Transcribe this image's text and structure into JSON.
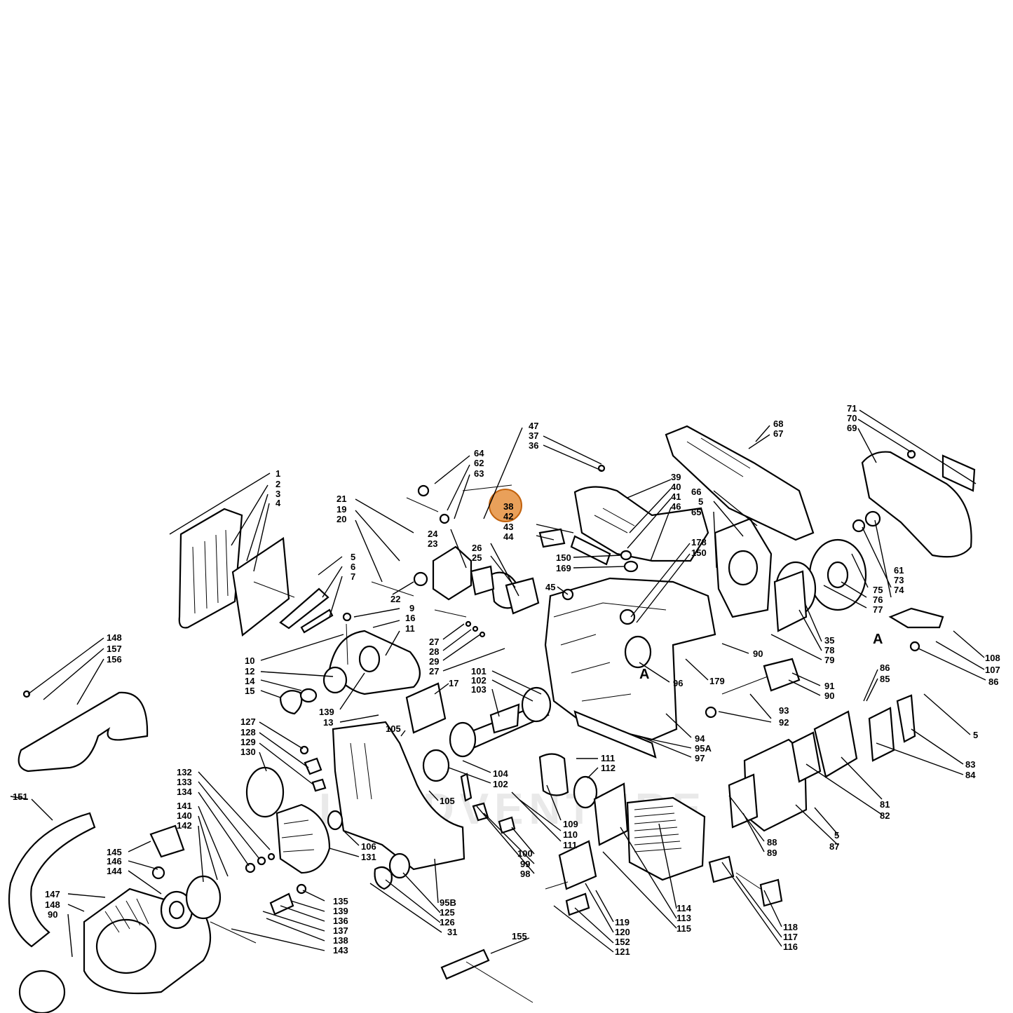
{
  "diagram": {
    "highlight": {
      "labels": [
        "38",
        "42"
      ],
      "color": "#e07b1a"
    },
    "section_marker": "A",
    "watermark": "LEADVENTURE",
    "callouts": [
      {
        "id": "c1",
        "text": "1"
      },
      {
        "id": "c2",
        "text": "2"
      },
      {
        "id": "c3",
        "text": "3"
      },
      {
        "id": "c4",
        "text": "4"
      },
      {
        "id": "c5a",
        "text": "5"
      },
      {
        "id": "c6",
        "text": "6"
      },
      {
        "id": "c7",
        "text": "7"
      },
      {
        "id": "c9",
        "text": "9"
      },
      {
        "id": "c10",
        "text": "10"
      },
      {
        "id": "c11",
        "text": "11"
      },
      {
        "id": "c12",
        "text": "12"
      },
      {
        "id": "c13",
        "text": "13"
      },
      {
        "id": "c14",
        "text": "14"
      },
      {
        "id": "c15",
        "text": "15"
      },
      {
        "id": "c16",
        "text": "16"
      },
      {
        "id": "c17",
        "text": "17"
      },
      {
        "id": "c19",
        "text": "19"
      },
      {
        "id": "c20",
        "text": "20"
      },
      {
        "id": "c21",
        "text": "21"
      },
      {
        "id": "c22",
        "text": "22"
      },
      {
        "id": "c23",
        "text": "23"
      },
      {
        "id": "c24",
        "text": "24"
      },
      {
        "id": "c25",
        "text": "25"
      },
      {
        "id": "c26",
        "text": "26"
      },
      {
        "id": "c27a",
        "text": "27"
      },
      {
        "id": "c27b",
        "text": "27"
      },
      {
        "id": "c28",
        "text": "28"
      },
      {
        "id": "c29",
        "text": "29"
      },
      {
        "id": "c36",
        "text": "36"
      },
      {
        "id": "c37",
        "text": "37"
      },
      {
        "id": "c47",
        "text": "47"
      },
      {
        "id": "c38",
        "text": "38"
      },
      {
        "id": "c42",
        "text": "42"
      },
      {
        "id": "c43",
        "text": "43"
      },
      {
        "id": "c44",
        "text": "44"
      },
      {
        "id": "c45",
        "text": "45"
      },
      {
        "id": "c39",
        "text": "39"
      },
      {
        "id": "c40",
        "text": "40"
      },
      {
        "id": "c41",
        "text": "41"
      },
      {
        "id": "c46",
        "text": "46"
      },
      {
        "id": "c150a",
        "text": "150"
      },
      {
        "id": "c169",
        "text": "169"
      },
      {
        "id": "c178",
        "text": "178"
      },
      {
        "id": "c150b",
        "text": "150"
      },
      {
        "id": "c62",
        "text": "62"
      },
      {
        "id": "c63",
        "text": "63"
      },
      {
        "id": "c64",
        "text": "64"
      },
      {
        "id": "c66",
        "text": "66"
      },
      {
        "id": "c5b",
        "text": "5"
      },
      {
        "id": "c65",
        "text": "65"
      },
      {
        "id": "c68",
        "text": "68"
      },
      {
        "id": "c67",
        "text": "67"
      },
      {
        "id": "c71",
        "text": "71"
      },
      {
        "id": "c70",
        "text": "70"
      },
      {
        "id": "c69",
        "text": "69"
      },
      {
        "id": "c61",
        "text": "61"
      },
      {
        "id": "c73",
        "text": "73"
      },
      {
        "id": "c74",
        "text": "74"
      },
      {
        "id": "c75",
        "text": "75"
      },
      {
        "id": "c76",
        "text": "76"
      },
      {
        "id": "c77",
        "text": "77"
      },
      {
        "id": "c35",
        "text": "35"
      },
      {
        "id": "c78",
        "text": "78"
      },
      {
        "id": "c79",
        "text": "79"
      },
      {
        "id": "c90a",
        "text": "90"
      },
      {
        "id": "c96",
        "text": "96"
      },
      {
        "id": "c179",
        "text": "179"
      },
      {
        "id": "c91",
        "text": "91"
      },
      {
        "id": "c90b",
        "text": "90"
      },
      {
        "id": "c93",
        "text": "93"
      },
      {
        "id": "c92",
        "text": "92"
      },
      {
        "id": "c94",
        "text": "94"
      },
      {
        "id": "c95a",
        "text": "95A"
      },
      {
        "id": "c97",
        "text": "97"
      },
      {
        "id": "c108",
        "text": "108"
      },
      {
        "id": "c107",
        "text": "107"
      },
      {
        "id": "c86a",
        "text": "86"
      },
      {
        "id": "c86b",
        "text": "86"
      },
      {
        "id": "c85",
        "text": "85"
      },
      {
        "id": "c5c",
        "text": "5"
      },
      {
        "id": "c83",
        "text": "83"
      },
      {
        "id": "c84",
        "text": "84"
      },
      {
        "id": "c81",
        "text": "81"
      },
      {
        "id": "c82",
        "text": "82"
      },
      {
        "id": "c5d",
        "text": "5"
      },
      {
        "id": "c87",
        "text": "87"
      },
      {
        "id": "c88",
        "text": "88"
      },
      {
        "id": "c89",
        "text": "89"
      },
      {
        "id": "c101",
        "text": "101"
      },
      {
        "id": "c102a",
        "text": "102"
      },
      {
        "id": "c103",
        "text": "103"
      },
      {
        "id": "c104",
        "text": "104"
      },
      {
        "id": "c102b",
        "text": "102"
      },
      {
        "id": "c105a",
        "text": "105"
      },
      {
        "id": "c105b",
        "text": "105"
      },
      {
        "id": "c111a",
        "text": "111"
      },
      {
        "id": "c112",
        "text": "112"
      },
      {
        "id": "c109",
        "text": "109"
      },
      {
        "id": "c110",
        "text": "110"
      },
      {
        "id": "c111b",
        "text": "111"
      },
      {
        "id": "c100",
        "text": "100"
      },
      {
        "id": "c99",
        "text": "99"
      },
      {
        "id": "c98",
        "text": "98"
      },
      {
        "id": "c114",
        "text": "114"
      },
      {
        "id": "c113",
        "text": "113"
      },
      {
        "id": "c115",
        "text": "115"
      },
      {
        "id": "c118",
        "text": "118"
      },
      {
        "id": "c117",
        "text": "117"
      },
      {
        "id": "c116",
        "text": "116"
      },
      {
        "id": "c119",
        "text": "119"
      },
      {
        "id": "c120",
        "text": "120"
      },
      {
        "id": "c152",
        "text": "152"
      },
      {
        "id": "c121",
        "text": "121"
      },
      {
        "id": "c155",
        "text": "155"
      },
      {
        "id": "c95b",
        "text": "95B"
      },
      {
        "id": "c125",
        "text": "125"
      },
      {
        "id": "c126",
        "text": "126"
      },
      {
        "id": "c31",
        "text": "31"
      },
      {
        "id": "c106",
        "text": "106"
      },
      {
        "id": "c131",
        "text": "131"
      },
      {
        "id": "c127",
        "text": "127"
      },
      {
        "id": "c128",
        "text": "128"
      },
      {
        "id": "c129",
        "text": "129"
      },
      {
        "id": "c130",
        "text": "130"
      },
      {
        "id": "c132",
        "text": "132"
      },
      {
        "id": "c133",
        "text": "133"
      },
      {
        "id": "c134",
        "text": "134"
      },
      {
        "id": "c141",
        "text": "141"
      },
      {
        "id": "c140",
        "text": "140"
      },
      {
        "id": "c142",
        "text": "142"
      },
      {
        "id": "c135",
        "text": "135"
      },
      {
        "id": "c139b",
        "text": "139"
      },
      {
        "id": "c136",
        "text": "136"
      },
      {
        "id": "c137",
        "text": "137"
      },
      {
        "id": "c138",
        "text": "138"
      },
      {
        "id": "c143",
        "text": "143"
      },
      {
        "id": "c145",
        "text": "145"
      },
      {
        "id": "c146",
        "text": "146"
      },
      {
        "id": "c144",
        "text": "144"
      },
      {
        "id": "c147",
        "text": "147"
      },
      {
        "id": "c148b",
        "text": "148"
      },
      {
        "id": "c90c",
        "text": "90"
      },
      {
        "id": "c151",
        "text": "151"
      },
      {
        "id": "c148a",
        "text": "148"
      },
      {
        "id": "c157",
        "text": "157"
      },
      {
        "id": "c156",
        "text": "156"
      },
      {
        "id": "c139a",
        "text": "139"
      }
    ]
  }
}
